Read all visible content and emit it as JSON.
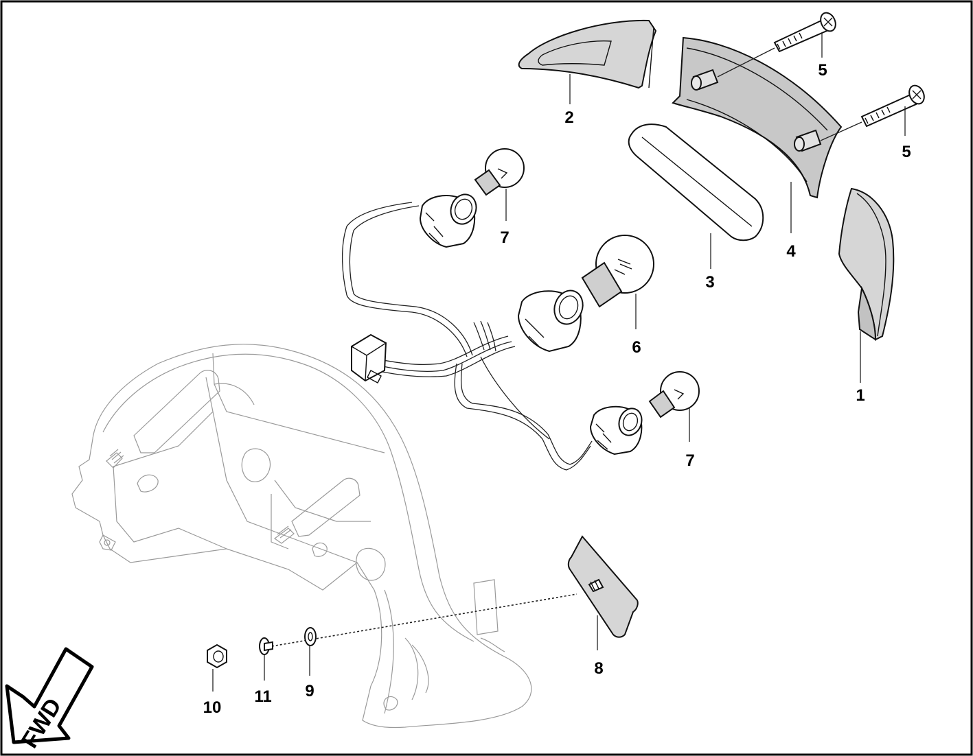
{
  "diagram": {
    "callouts": [
      {
        "id": "c1",
        "label": "1"
      },
      {
        "id": "c2",
        "label": "2"
      },
      {
        "id": "c3",
        "label": "3"
      },
      {
        "id": "c4",
        "label": "4"
      },
      {
        "id": "c5a",
        "label": "5"
      },
      {
        "id": "c5b",
        "label": "5"
      },
      {
        "id": "c6",
        "label": "6"
      },
      {
        "id": "c7a",
        "label": "7"
      },
      {
        "id": "c7b",
        "label": "7"
      },
      {
        "id": "c8",
        "label": "8"
      },
      {
        "id": "c9",
        "label": "9"
      },
      {
        "id": "c10",
        "label": "10"
      },
      {
        "id": "c11",
        "label": "11"
      }
    ],
    "direction_marker": {
      "text": "FWD",
      "icon": "arrow-icon"
    },
    "colors": {
      "part_fill": "#d6d6d6",
      "part_dark": "#bdbdbd",
      "outline": "#111111",
      "ghost": "#9a9a9a",
      "frame": "#000000"
    }
  }
}
